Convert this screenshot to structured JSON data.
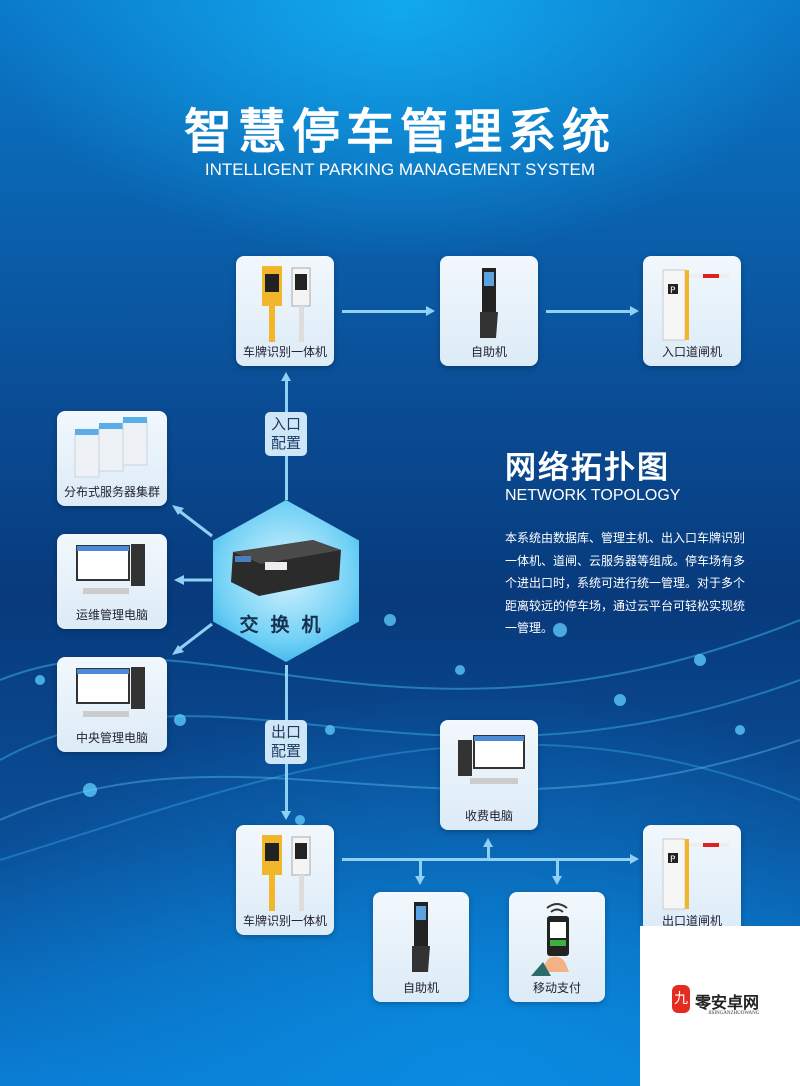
{
  "header": {
    "title_cn": "智慧停车管理系统",
    "title_en": "INTELLIGENT PARKING MANAGEMENT SYSTEM"
  },
  "topology": {
    "title_cn": "网络拓扑图",
    "title_en": "NETWORK TOPOLOGY",
    "description": "本系统由数据库、管理主机、出入口车牌识别一体机、道闸、云服务器等组成。停车场有多个进出口时，系统可进行统一管理。对于多个距离较远的停车场，通过云平台可轻松实现统一管理。"
  },
  "hub": {
    "label": "交换机"
  },
  "tags": {
    "entrance": "入口配置",
    "exit": "出口配置"
  },
  "entrance_row": [
    {
      "label": "车牌识别一体机",
      "icon": "plate-recognition-icon"
    },
    {
      "label": "自助机",
      "icon": "kiosk-icon"
    },
    {
      "label": "入口道闸机",
      "icon": "barrier-gate-icon"
    }
  ],
  "left_column": [
    {
      "label": "分布式服务器集群",
      "icon": "server-cluster-icon"
    },
    {
      "label": "运维管理电脑",
      "icon": "desktop-computer-icon"
    },
    {
      "label": "中央管理电脑",
      "icon": "desktop-computer-icon"
    }
  ],
  "exit_nodes": {
    "plate": {
      "label": "车牌识别一体机"
    },
    "toll_pc": {
      "label": "收费电脑"
    },
    "kiosk": {
      "label": "自助机"
    },
    "mobile_pay": {
      "label": "移动支付"
    },
    "gate": {
      "label": "出口道闸机"
    }
  },
  "watermark": {
    "text": "零安卓网",
    "sub": "JISINGANZHUOWANG",
    "logo": "九"
  },
  "colors": {
    "bg_top": "#12a9ef",
    "bg_mid": "#083a7c",
    "line": "#8fd0f5",
    "card": "#eaf3fb",
    "tag": "#cfe6f6"
  }
}
